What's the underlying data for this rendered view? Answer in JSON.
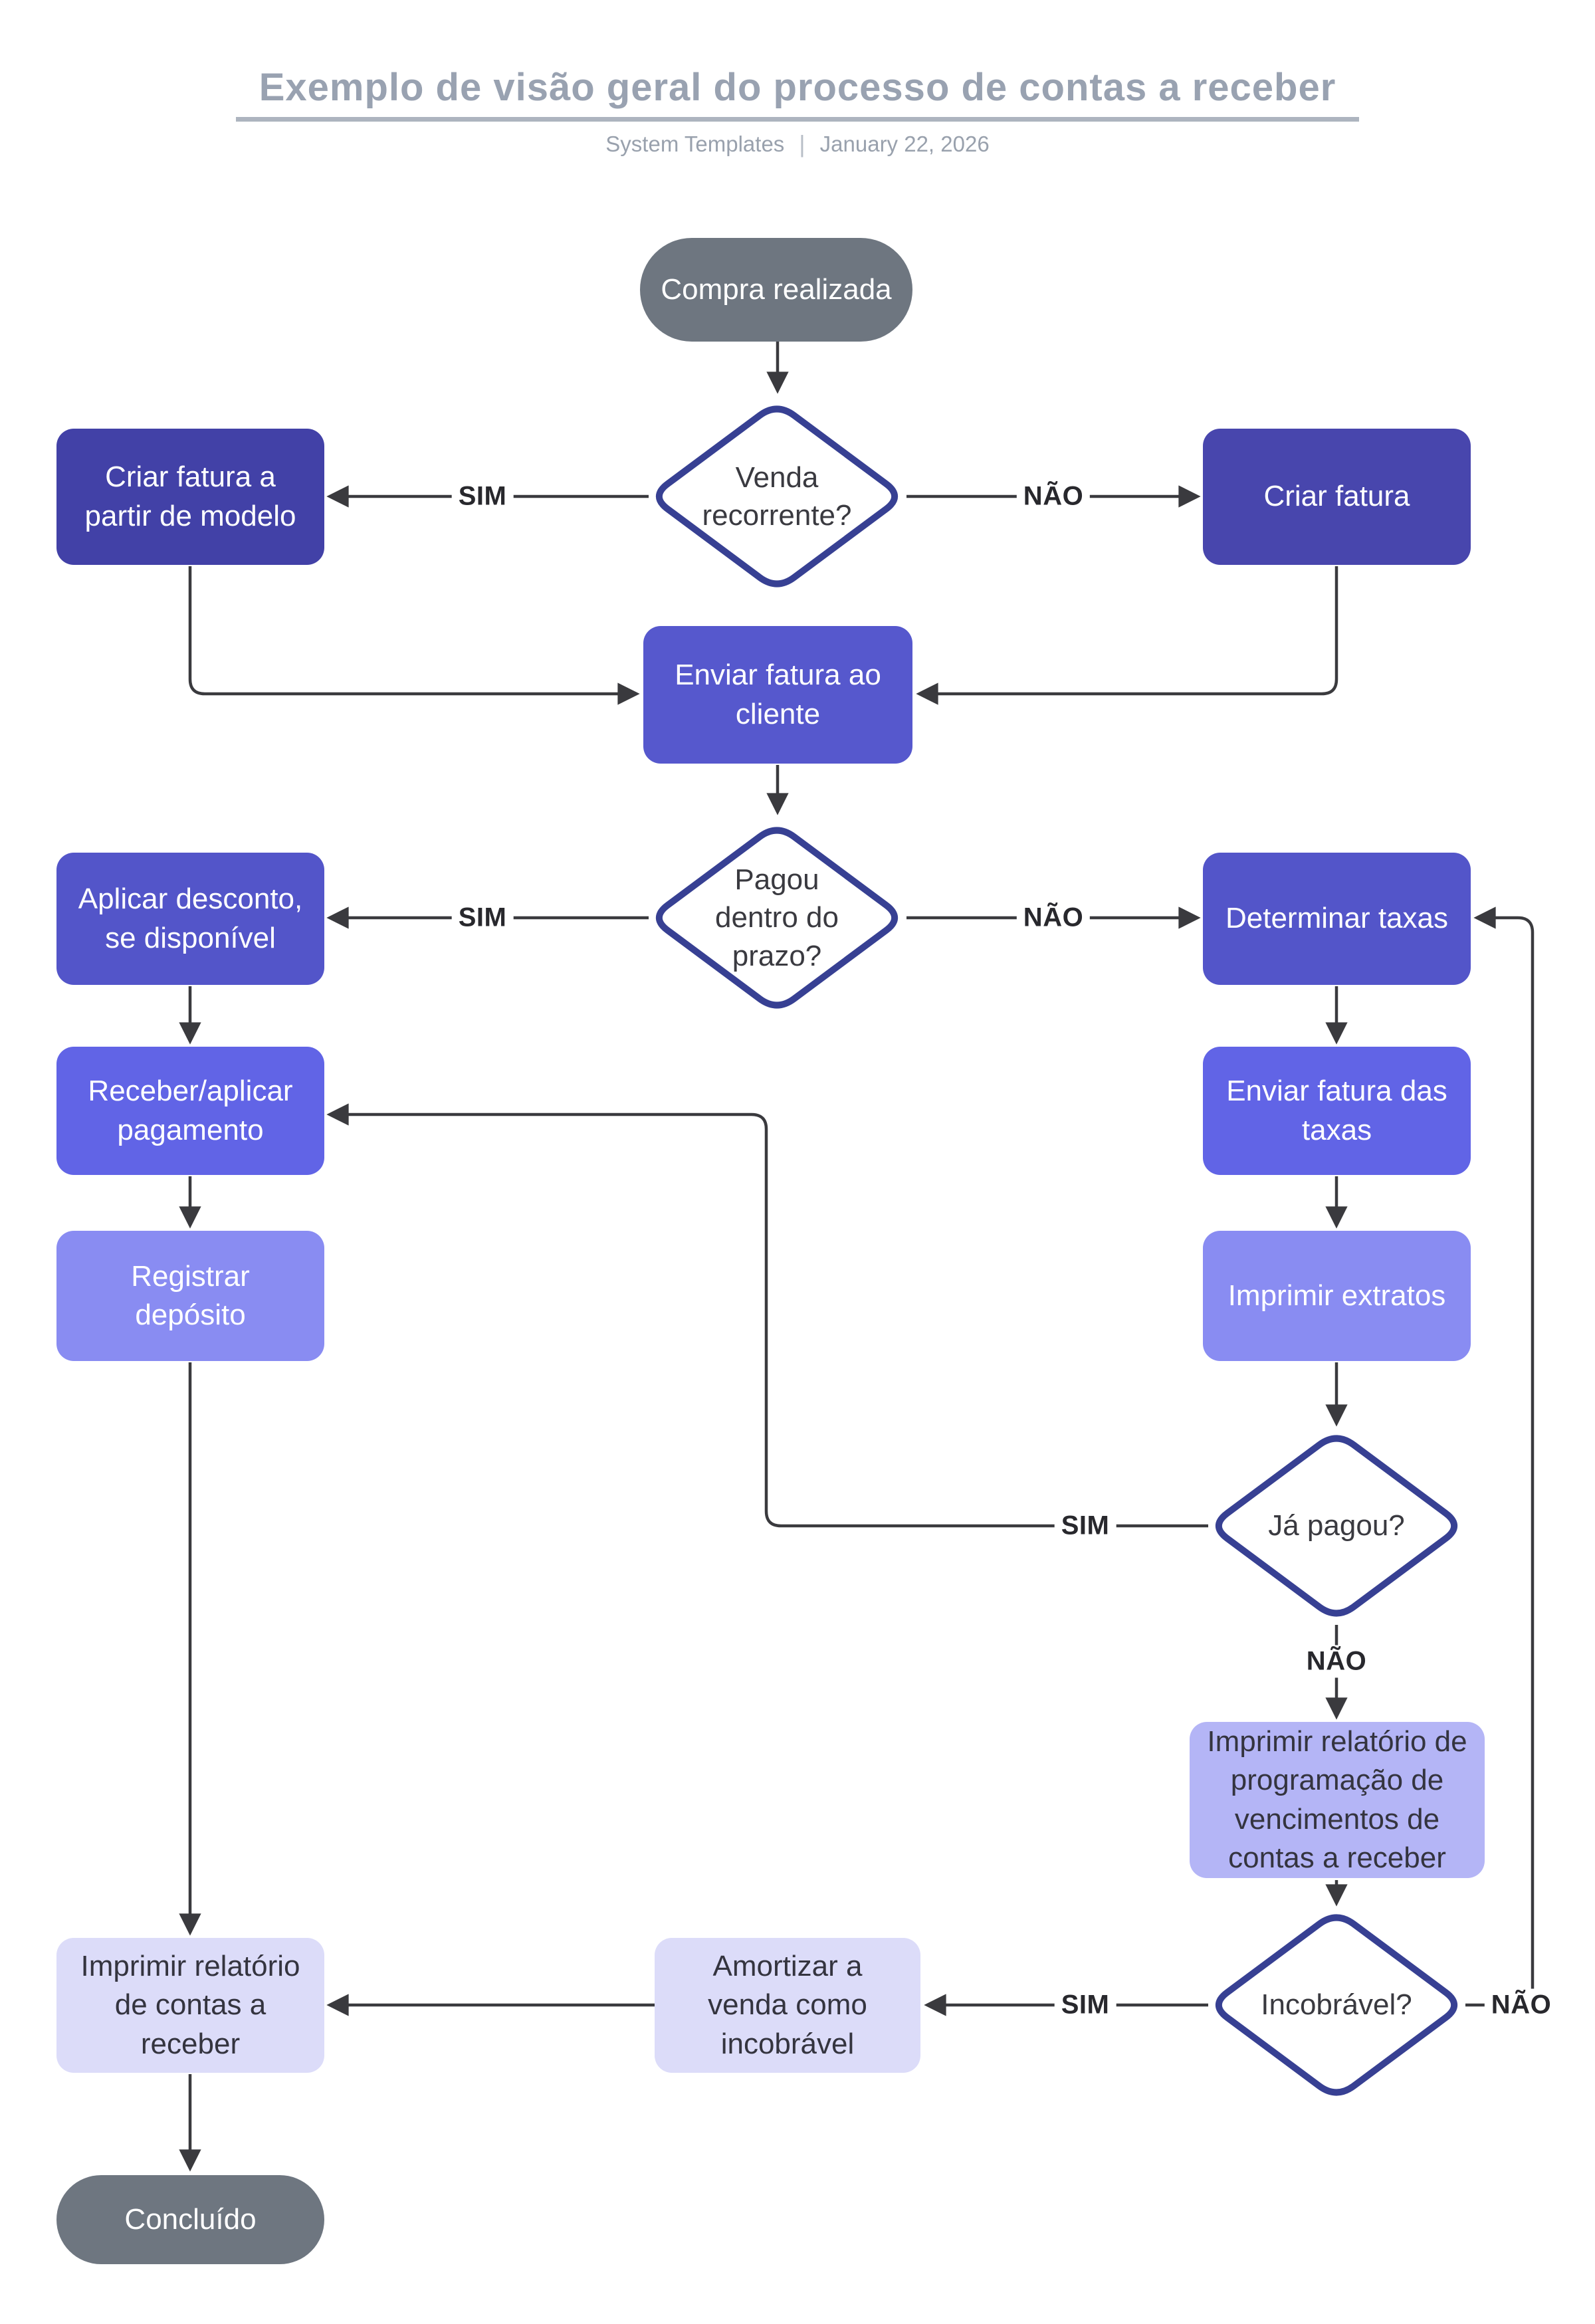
{
  "header": {
    "title": "Exemplo de visão geral do processo de contas a receber",
    "author": "System Templates",
    "separator": "|",
    "date": "January 22, 2026"
  },
  "nodes": {
    "start": "Compra realizada",
    "decision_venda_recorrente": "Venda recorrente?",
    "criar_fatura_modelo": "Criar fatura a partir de modelo",
    "criar_fatura": "Criar fatura",
    "enviar_fatura_cliente": "Enviar fatura ao cliente",
    "decision_pagou_prazo": "Pagou dentro do prazo?",
    "aplicar_desconto": "Aplicar desconto, se disponível",
    "determinar_taxas": "Determinar taxas",
    "receber_aplicar_pagamento": "Receber/aplicar pagamento",
    "enviar_fatura_taxas": "Enviar fatura das taxas",
    "registrar_deposito": "Registrar depósito",
    "imprimir_extratos": "Imprimir extratos",
    "decision_ja_pagou": "Já pagou?",
    "imprimir_relatorio_programacao": "Imprimir relatório de programação de vencimentos de contas a receber",
    "decision_incobravel": "Incobrável?",
    "amortizar_venda": "Amortizar a venda como incobrável",
    "imprimir_relatorio_contas": "Imprimir relatório de contas a receber",
    "end": "Concluído"
  },
  "edge_labels": {
    "yes": "SIM",
    "no": "NÃO"
  },
  "palette": {
    "terminal_gray": "#6e7680",
    "process_darkest": "#4241a7",
    "process_dark": "#5355c9",
    "process_medium": "#6164e6",
    "process_light": "#898cf2",
    "process_lighter": "#b4b5f6",
    "process_lightest": "#dcdcf9",
    "decision_border": "#374093",
    "connector": "#3a3a3e",
    "title_gray": "#99a2b1"
  }
}
